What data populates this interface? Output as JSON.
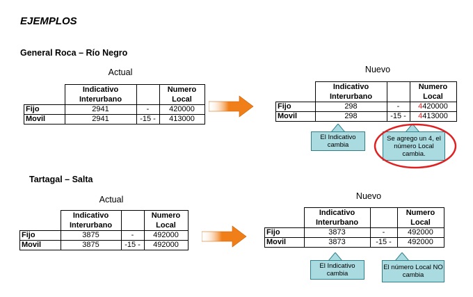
{
  "title": "EJEMPLOS",
  "examples": [
    {
      "region": "General Roca – Río Negro",
      "actual": {
        "caption": "Actual",
        "header": [
          "Indicativo Interurbano",
          "",
          "Numero Local"
        ],
        "rows": [
          {
            "label": "Fijo",
            "ind": "2941",
            "mid": "-",
            "num": "420000"
          },
          {
            "label": "Movil",
            "ind": "2941",
            "mid": "-15 -",
            "num": "413000"
          }
        ]
      },
      "nuevo": {
        "caption": "Nuevo",
        "header": [
          "Indicativo Interurbano",
          "",
          "Numero Local"
        ],
        "rows": [
          {
            "label": "Fijo",
            "ind": "298",
            "mid": "-",
            "num_prefix": "4",
            "num": "420000"
          },
          {
            "label": "Movil",
            "ind": "298",
            "mid": "-15 -",
            "num_prefix": "4",
            "num": "413000"
          }
        ]
      },
      "notes": [
        "El Indicativo cambia",
        "Se agrego un 4, el número Local cambia."
      ]
    },
    {
      "region": "Tartagal – Salta",
      "actual": {
        "caption": "Actual",
        "header": [
          "Indicativo Interurbano",
          "",
          "Numero Local"
        ],
        "rows": [
          {
            "label": "Fijo",
            "ind": "3875",
            "mid": "-",
            "num": "492000"
          },
          {
            "label": "Movil",
            "ind": "3875",
            "mid": "-15 -",
            "num": "492000"
          }
        ]
      },
      "nuevo": {
        "caption": "Nuevo",
        "header": [
          "Indicativo Interurbano",
          "",
          "Numero Local"
        ],
        "rows": [
          {
            "label": "Fijo",
            "ind": "3873",
            "mid": "-",
            "num": "492000"
          },
          {
            "label": "Movil",
            "ind": "3873",
            "mid": "-15 -",
            "num": "492000"
          }
        ]
      },
      "notes": [
        "El Indicativo cambia",
        "El número Local NO cambia"
      ]
    }
  ],
  "colors": {
    "arrow": "#f07f1a",
    "callout": "#a9dbe0",
    "highlight": "#e02020"
  }
}
